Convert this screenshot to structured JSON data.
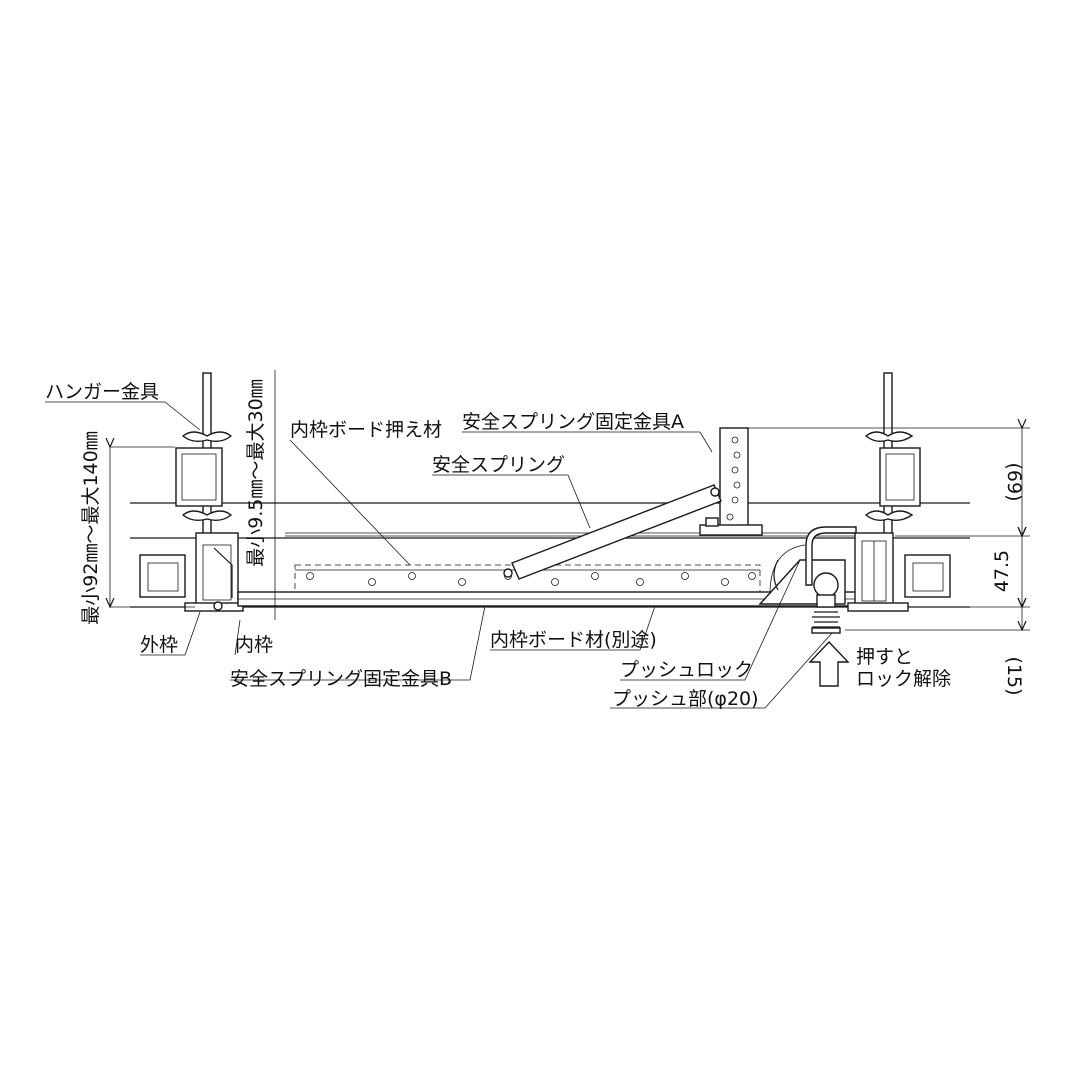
{
  "labels": {
    "hanger": "ハンガー金具",
    "inner_board_press": "内枠ボード押え材",
    "spring_bracket_a": "安全スプリング固定金具A",
    "safety_spring": "安全スプリング",
    "outer_frame": "外枠",
    "inner_frame": "内枠",
    "inner_board": "内枠ボード材(別途)",
    "push_lock": "プッシュロック",
    "spring_bracket_b": "安全スプリング固定金具B",
    "push_part": "プッシュ部(φ20)",
    "press_release_1": "押すと",
    "press_release_2": "ロック解除"
  },
  "dimensions": {
    "ceiling_range": "最小92㎜～最大140㎜",
    "board_range": "最小9.5㎜～最大30㎜",
    "d_69": "(69)",
    "d_475": "47.5",
    "d_15": "(15)"
  }
}
